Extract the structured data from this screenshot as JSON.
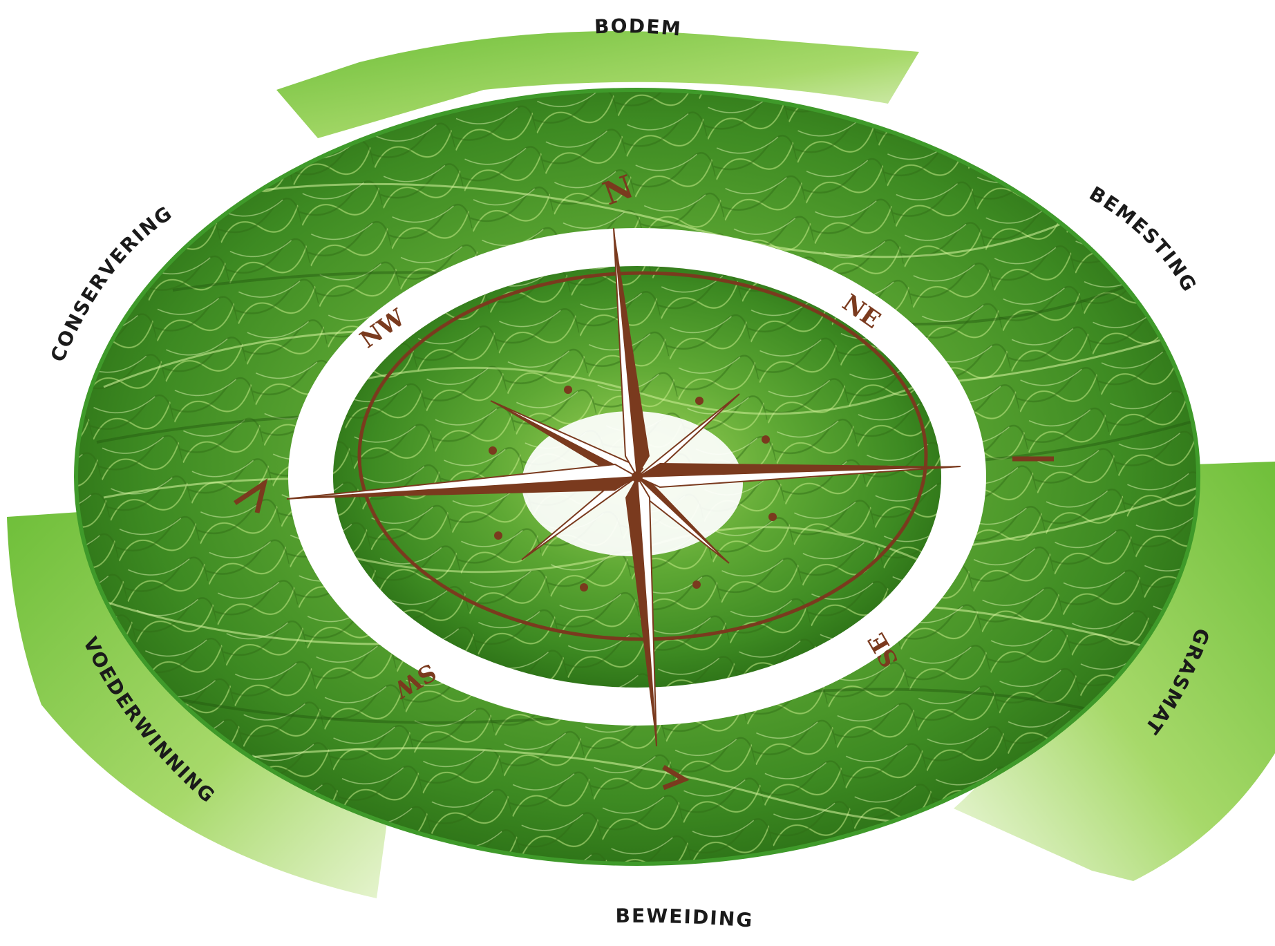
{
  "diagram": {
    "segments": [
      {
        "id": "bodem",
        "label": "BODEM"
      },
      {
        "id": "bemesting",
        "label": "BEMESTING"
      },
      {
        "id": "grasmat",
        "label": "GRASMAT"
      },
      {
        "id": "beweiding",
        "label": "BEWEIDING"
      },
      {
        "id": "voederwinning",
        "label": "VOEDERWINNING"
      },
      {
        "id": "conservering",
        "label": "CONSERVERING"
      }
    ],
    "compass": {
      "north": "N",
      "northeast": "NE",
      "southeast": "SE",
      "southwest": "SW",
      "northwest": "NW"
    }
  },
  "colors": {
    "grass_dark": "#2f7a1a",
    "grass_mid": "#5fa83a",
    "grass_light": "#b9de7a",
    "tab_green": "#8ccc4a",
    "compass_brown": "#7a3a1e",
    "ring_white": "#ffffff"
  }
}
